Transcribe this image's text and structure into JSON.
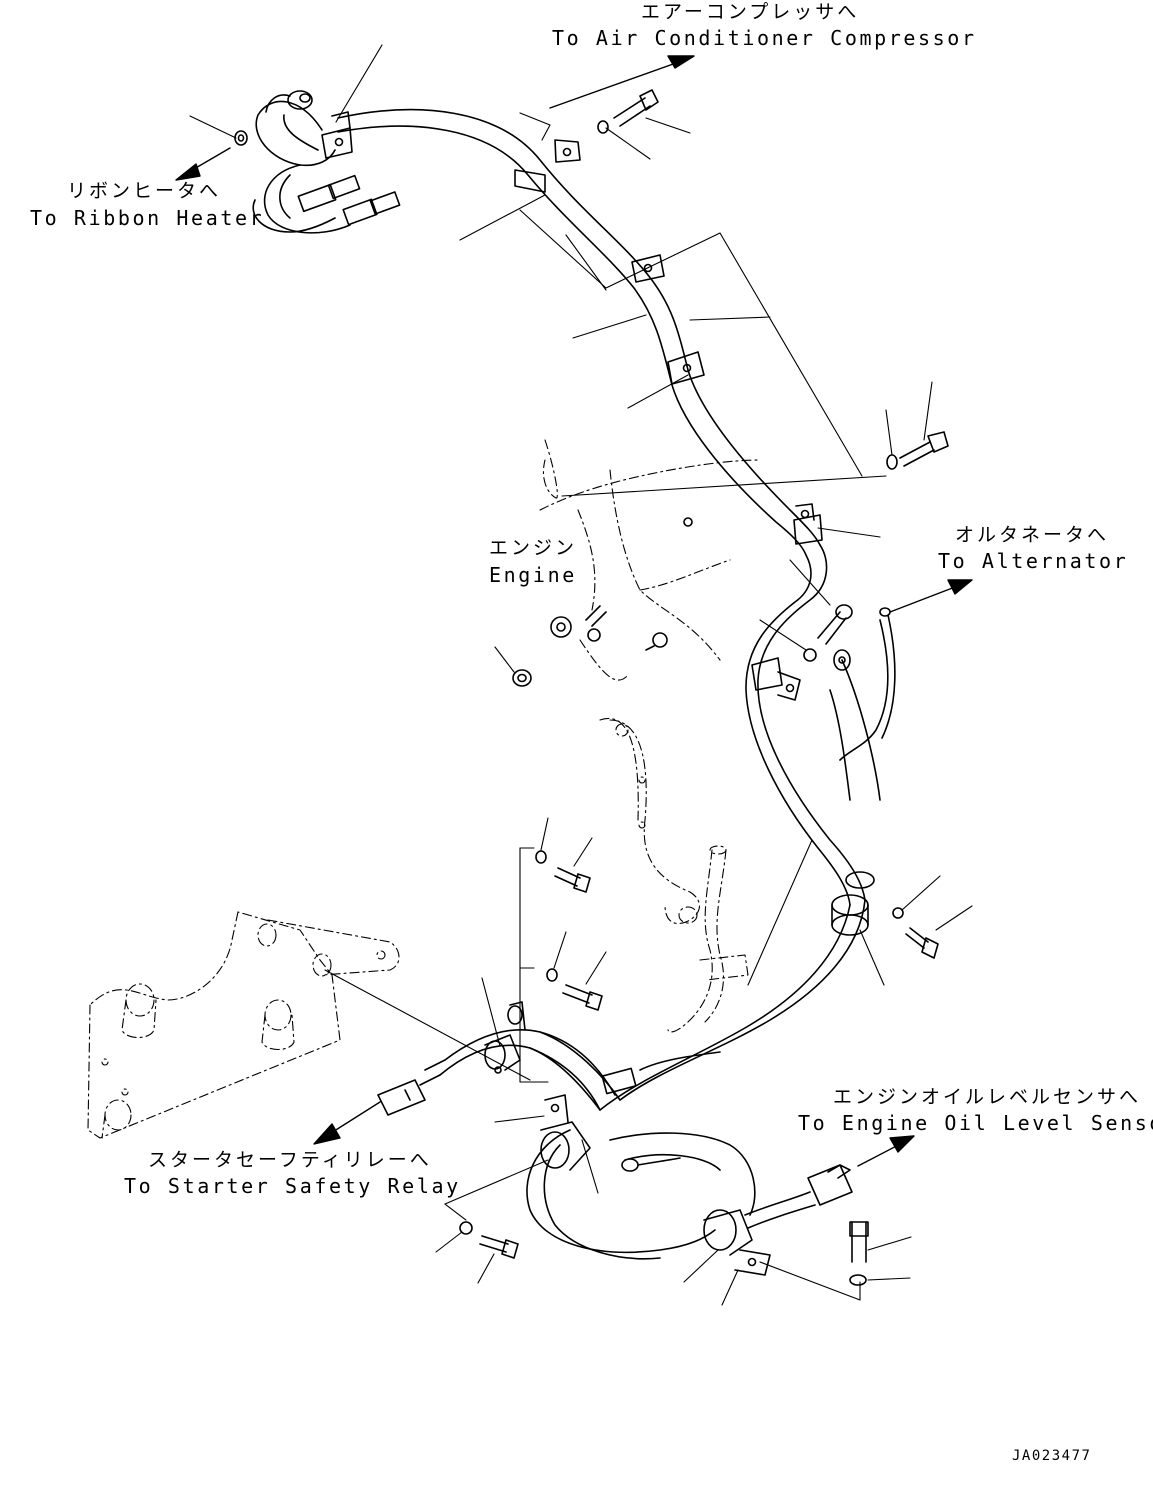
{
  "labels": {
    "air_conditioner": {
      "ja": "エアーコンプレッサへ",
      "en": "To Air Conditioner Compressor"
    },
    "ribbon_heater": {
      "ja": "リボンヒータへ",
      "en": "To Ribbon Heater"
    },
    "engine": {
      "ja": "エンジン",
      "en": "Engine"
    },
    "alternator": {
      "ja": "オルタネータへ",
      "en": "To Alternator"
    },
    "oil_level_sensor": {
      "ja": "エンジンオイルレベルセンサへ",
      "en": "To Engine Oil Level Sensor"
    },
    "starter_safety_relay": {
      "ja": "スタータセーフティリレーへ",
      "en": "To Starter Safety Relay"
    }
  },
  "drawing_code": "JA023477"
}
